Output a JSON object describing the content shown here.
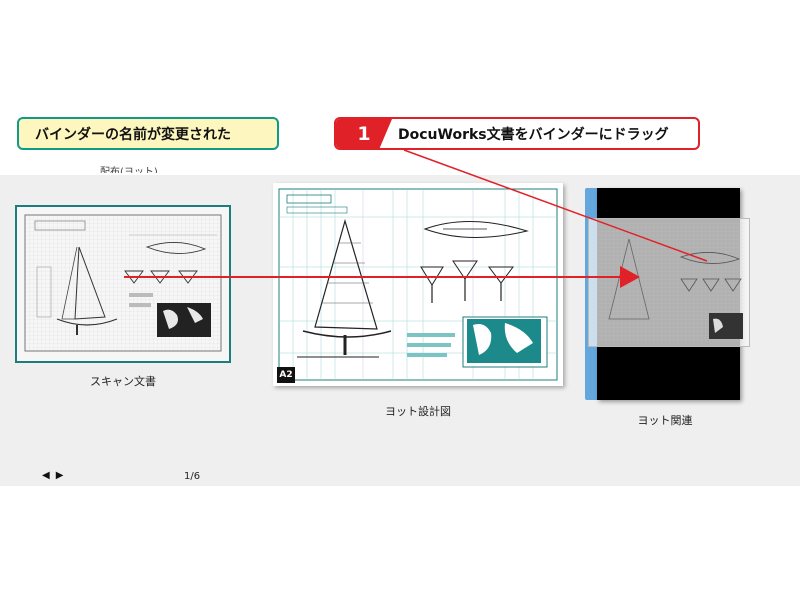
{
  "callouts": {
    "renamed_text": "バインダーの名前が変更された",
    "step_number": "1",
    "step_text": "DocuWorks文書をバインダーにドラッグ"
  },
  "documents": [
    {
      "label": "スキャン文書"
    },
    {
      "label": "ヨット設計図",
      "badge": "A2"
    },
    {
      "label": "ヨット関連"
    }
  ],
  "partial_label": "配布(ヨット)",
  "pager": {
    "prev": "◀",
    "next": "▶",
    "page": "1/6"
  },
  "colors": {
    "accent_red": "#e02128",
    "teal": "#1c7c7e",
    "binder_spine": "#63a7dd"
  }
}
